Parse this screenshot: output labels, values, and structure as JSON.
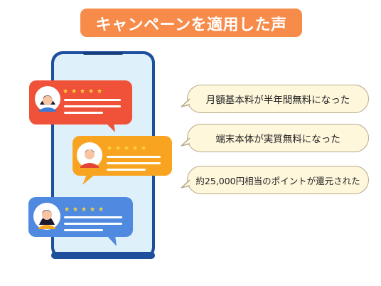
{
  "title": "キャンペーンを適用した声",
  "reviews": [
    {
      "text": "月額基本料が半年間無料になった"
    },
    {
      "text": "端末本体が実質無料になった"
    },
    {
      "text": "約25,000円相当のポイントが還元された"
    }
  ],
  "illustration": {
    "card_colors": [
      "#ef5238",
      "#f8a421",
      "#4f8ae0"
    ],
    "star_color": "#ffd43b",
    "phone_screen_color": "#def1fb",
    "phone_frame_color": "#1d4f9c",
    "stars_per_card": 5
  }
}
